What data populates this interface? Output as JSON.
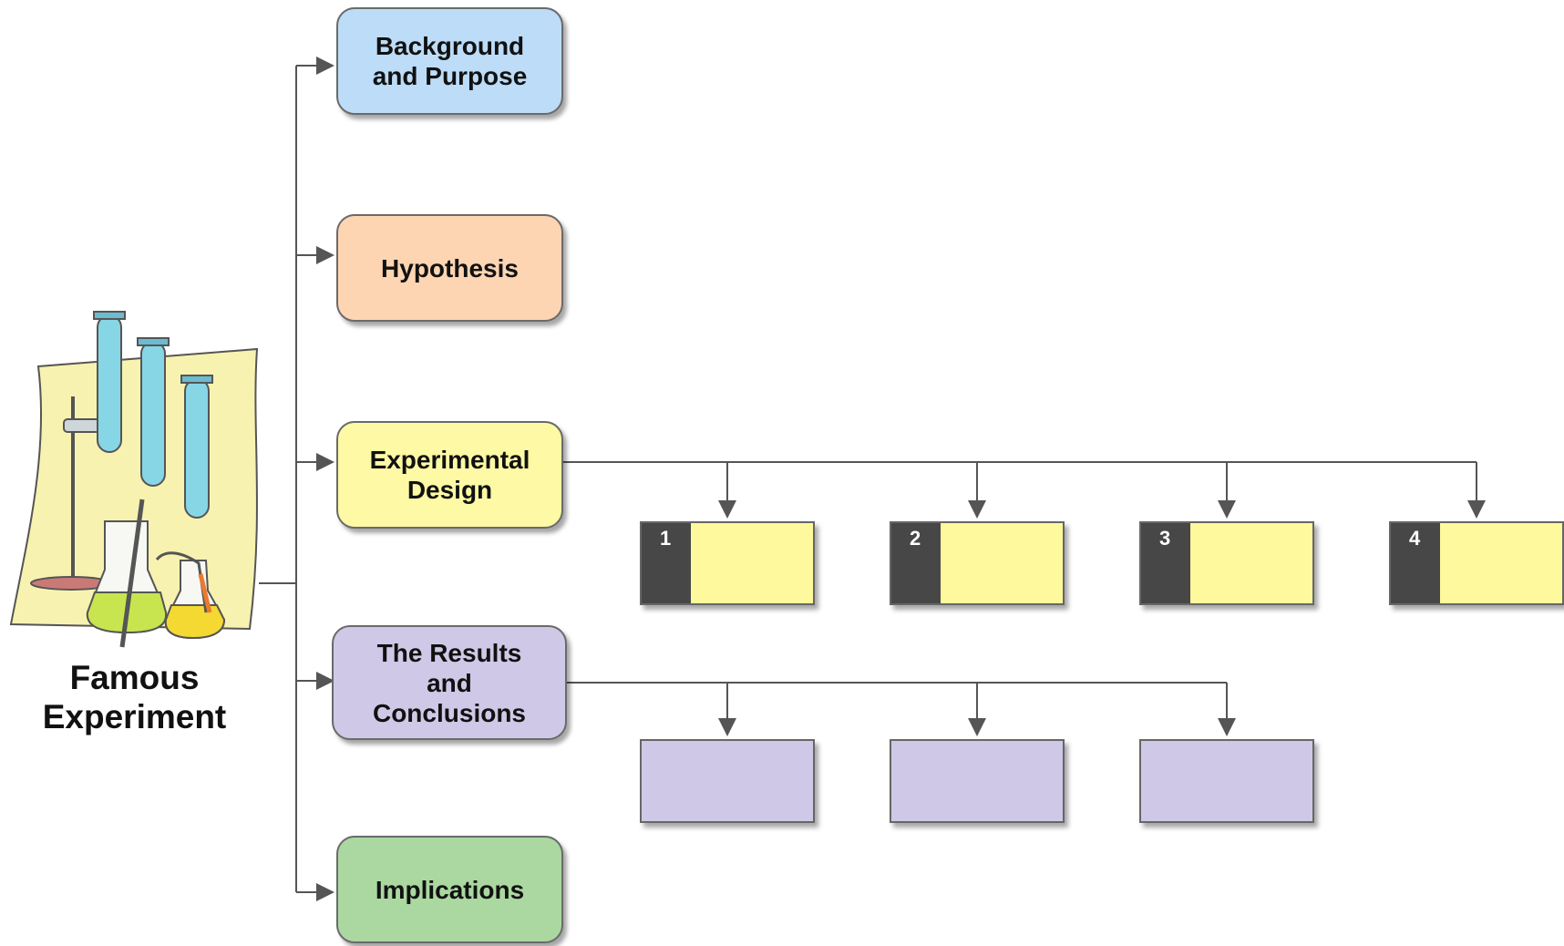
{
  "main_topic": {
    "label": "Famous\nExperiment"
  },
  "branches": [
    {
      "label": "Background\nand Purpose",
      "color": "#bcdcf7"
    },
    {
      "label": "Hypothesis",
      "color": "#fdd5b2"
    },
    {
      "label": "Experimental\nDesign",
      "color": "#fdf9a4"
    },
    {
      "label": "The Results\nand\nConclusions",
      "color": "#cfc9e7"
    },
    {
      "label": "Implications",
      "color": "#aad8a0"
    }
  ],
  "design_steps": [
    {
      "number": "1",
      "color": "#fdf99c"
    },
    {
      "number": "2",
      "color": "#fdf99c"
    },
    {
      "number": "3",
      "color": "#fdf99c"
    },
    {
      "number": "4",
      "color": "#fdf99c"
    }
  ],
  "result_boxes": [
    {
      "color": "#cfc9e7"
    },
    {
      "color": "#cfc9e7"
    },
    {
      "color": "#cfc9e7"
    }
  ],
  "icons": {
    "main_illustration": "lab-equipment-icon"
  },
  "colors": {
    "connector": "#555555",
    "number_tab": "#474747"
  }
}
